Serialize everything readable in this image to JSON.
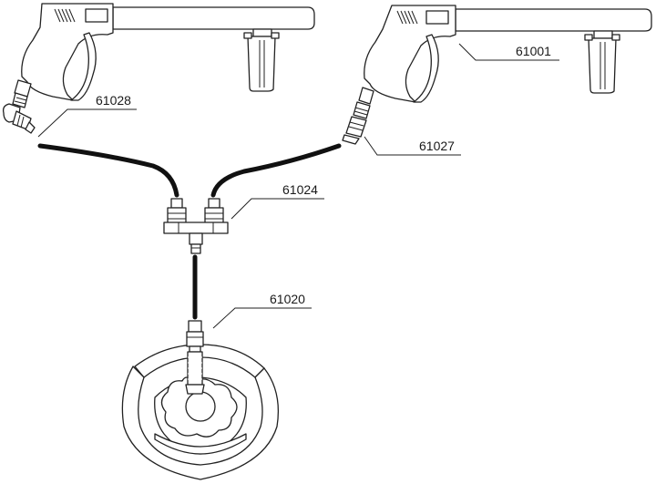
{
  "parts": {
    "gun_left_label": "61028",
    "gun_right_label": "61001",
    "coupler_right_label": "61027",
    "tee_label": "61024",
    "cleaner_label": "61020"
  }
}
